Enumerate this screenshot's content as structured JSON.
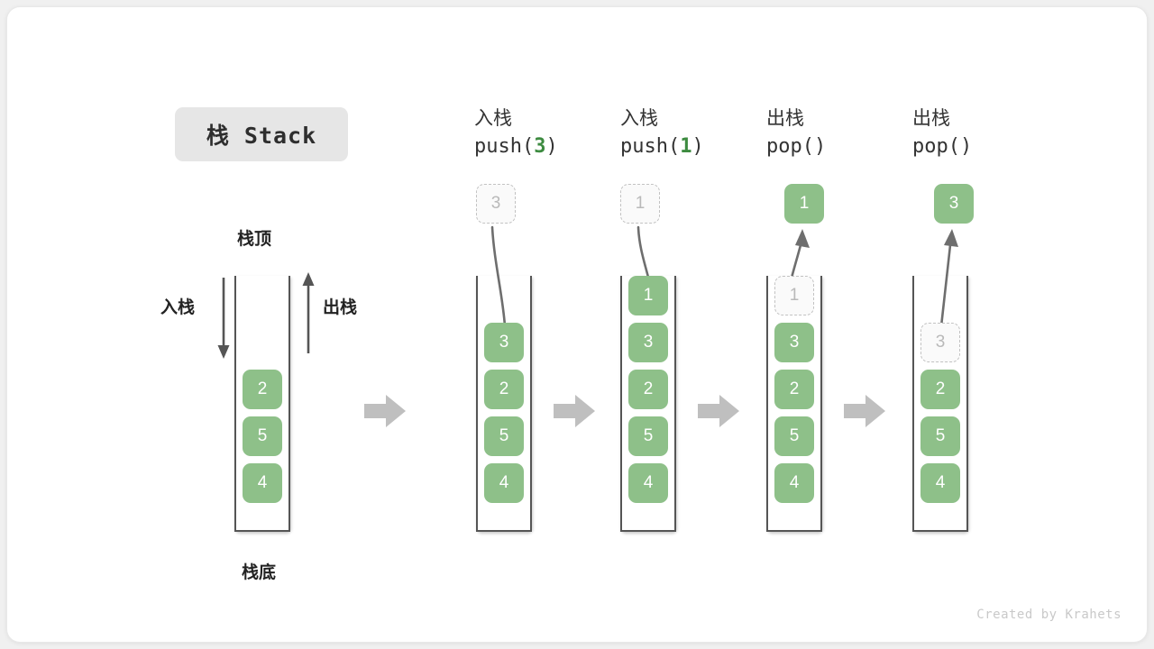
{
  "title": {
    "label": "栈 Stack"
  },
  "credit": {
    "text": "Created by Krahets"
  },
  "colors": {
    "cell_fill": "#8ec089",
    "cell_text": "#ffffff",
    "ghost_fill": "#fafafa",
    "ghost_border": "#c2c2c2",
    "ghost_text": "#b9b9b9",
    "accent_green": "#3d8b40",
    "arrow_gray": "#bfbfbf",
    "curve_gray": "#6e6e6e",
    "wall_gray": "#555555",
    "chip_bg": "#e6e6e6"
  },
  "legend": {
    "top_label": "栈顶",
    "bottom_label": "栈底",
    "push_label": "入栈",
    "pop_label": "出栈"
  },
  "stages": [
    {
      "id": "initial",
      "head_cn": "",
      "head_code": "",
      "cells": [
        {
          "value": "2",
          "state": "solid"
        },
        {
          "value": "5",
          "state": "solid"
        },
        {
          "value": "4",
          "state": "solid"
        }
      ],
      "floating": null
    },
    {
      "id": "push-3",
      "head_cn": "入栈",
      "head_code_prefix": "push(",
      "head_code_num": "3",
      "head_code_suffix": ")",
      "cells": [
        {
          "value": "3",
          "state": "solid"
        },
        {
          "value": "2",
          "state": "solid"
        },
        {
          "value": "5",
          "state": "solid"
        },
        {
          "value": "4",
          "state": "solid"
        }
      ],
      "floating": {
        "value": "3",
        "state": "ghost",
        "direction": "down"
      }
    },
    {
      "id": "push-1",
      "head_cn": "入栈",
      "head_code_prefix": "push(",
      "head_code_num": "1",
      "head_code_suffix": ")",
      "cells": [
        {
          "value": "1",
          "state": "solid"
        },
        {
          "value": "3",
          "state": "solid"
        },
        {
          "value": "2",
          "state": "solid"
        },
        {
          "value": "5",
          "state": "solid"
        },
        {
          "value": "4",
          "state": "solid"
        }
      ],
      "floating": {
        "value": "1",
        "state": "ghost",
        "direction": "down"
      }
    },
    {
      "id": "pop-1",
      "head_cn": "出栈",
      "head_code_prefix": "pop(",
      "head_code_num": "",
      "head_code_suffix": ")",
      "cells": [
        {
          "value": "1",
          "state": "ghost"
        },
        {
          "value": "3",
          "state": "solid"
        },
        {
          "value": "2",
          "state": "solid"
        },
        {
          "value": "5",
          "state": "solid"
        },
        {
          "value": "4",
          "state": "solid"
        }
      ],
      "floating": {
        "value": "1",
        "state": "solid",
        "direction": "up"
      }
    },
    {
      "id": "pop-3",
      "head_cn": "出栈",
      "head_code_prefix": "pop(",
      "head_code_num": "",
      "head_code_suffix": ")",
      "cells": [
        {
          "value": "3",
          "state": "ghost"
        },
        {
          "value": "2",
          "state": "solid"
        },
        {
          "value": "5",
          "state": "solid"
        },
        {
          "value": "4",
          "state": "solid"
        }
      ],
      "floating": {
        "value": "3",
        "state": "solid",
        "direction": "up"
      }
    }
  ]
}
